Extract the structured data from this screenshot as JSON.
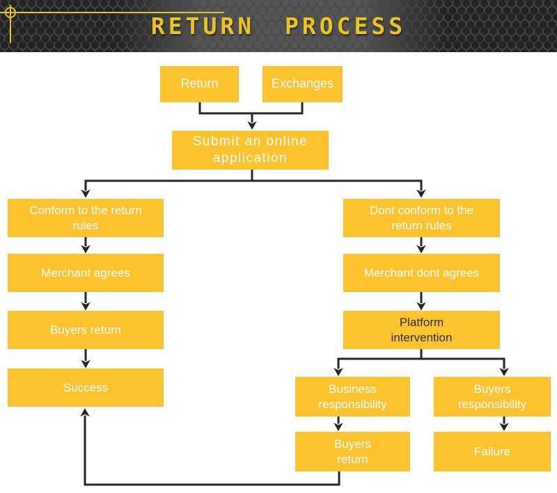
{
  "header": {
    "title": "RETURN PROCESS"
  },
  "colors": {
    "box_fill": "#FBC32D",
    "box_text": "#FFFFFF",
    "platform_text": "#2F2F2F",
    "line": "#262626",
    "banner_bg": "#232323",
    "banner_band": "#575757",
    "accent_yellow": "#E9C422"
  },
  "nodes": {
    "return": {
      "label": "Return"
    },
    "exchanges": {
      "label": "Exchanges"
    },
    "submit": {
      "label": "Submit an online application"
    },
    "conform": {
      "label": "Conform to the return rules"
    },
    "merchant_agrees": {
      "label": "Merchant agrees"
    },
    "buyers_return": {
      "label": "Buyers return"
    },
    "success": {
      "label": "Success"
    },
    "dont_conform": {
      "label": "Dont conform to the return rules"
    },
    "merchant_dont_agrees": {
      "label": "Merchant dont agrees"
    },
    "platform": {
      "label": "Platform intervention"
    },
    "business_resp": {
      "label": "Business responsibility"
    },
    "buyers_resp": {
      "label": "Buyers responsibility"
    },
    "buyers_return_2": {
      "label": "Buyers return"
    },
    "failure": {
      "label": "Failure"
    }
  },
  "edges": [
    "Return -> Submit an online application",
    "Exchanges -> Submit an online application",
    "Submit an online application -> Conform to the return rules",
    "Submit an online application -> Dont conform to the return rules",
    "Conform to the return rules -> Merchant agrees",
    "Merchant agrees -> Buyers return",
    "Buyers return -> Success",
    "Dont conform to the return rules -> Merchant dont agrees",
    "Merchant dont agrees -> Platform intervention",
    "Platform intervention -> Business responsibility",
    "Platform intervention -> Buyers responsibility",
    "Business responsibility -> Buyers return",
    "Buyers responsibility -> Failure",
    "Buyers return -> Success (loop)"
  ]
}
